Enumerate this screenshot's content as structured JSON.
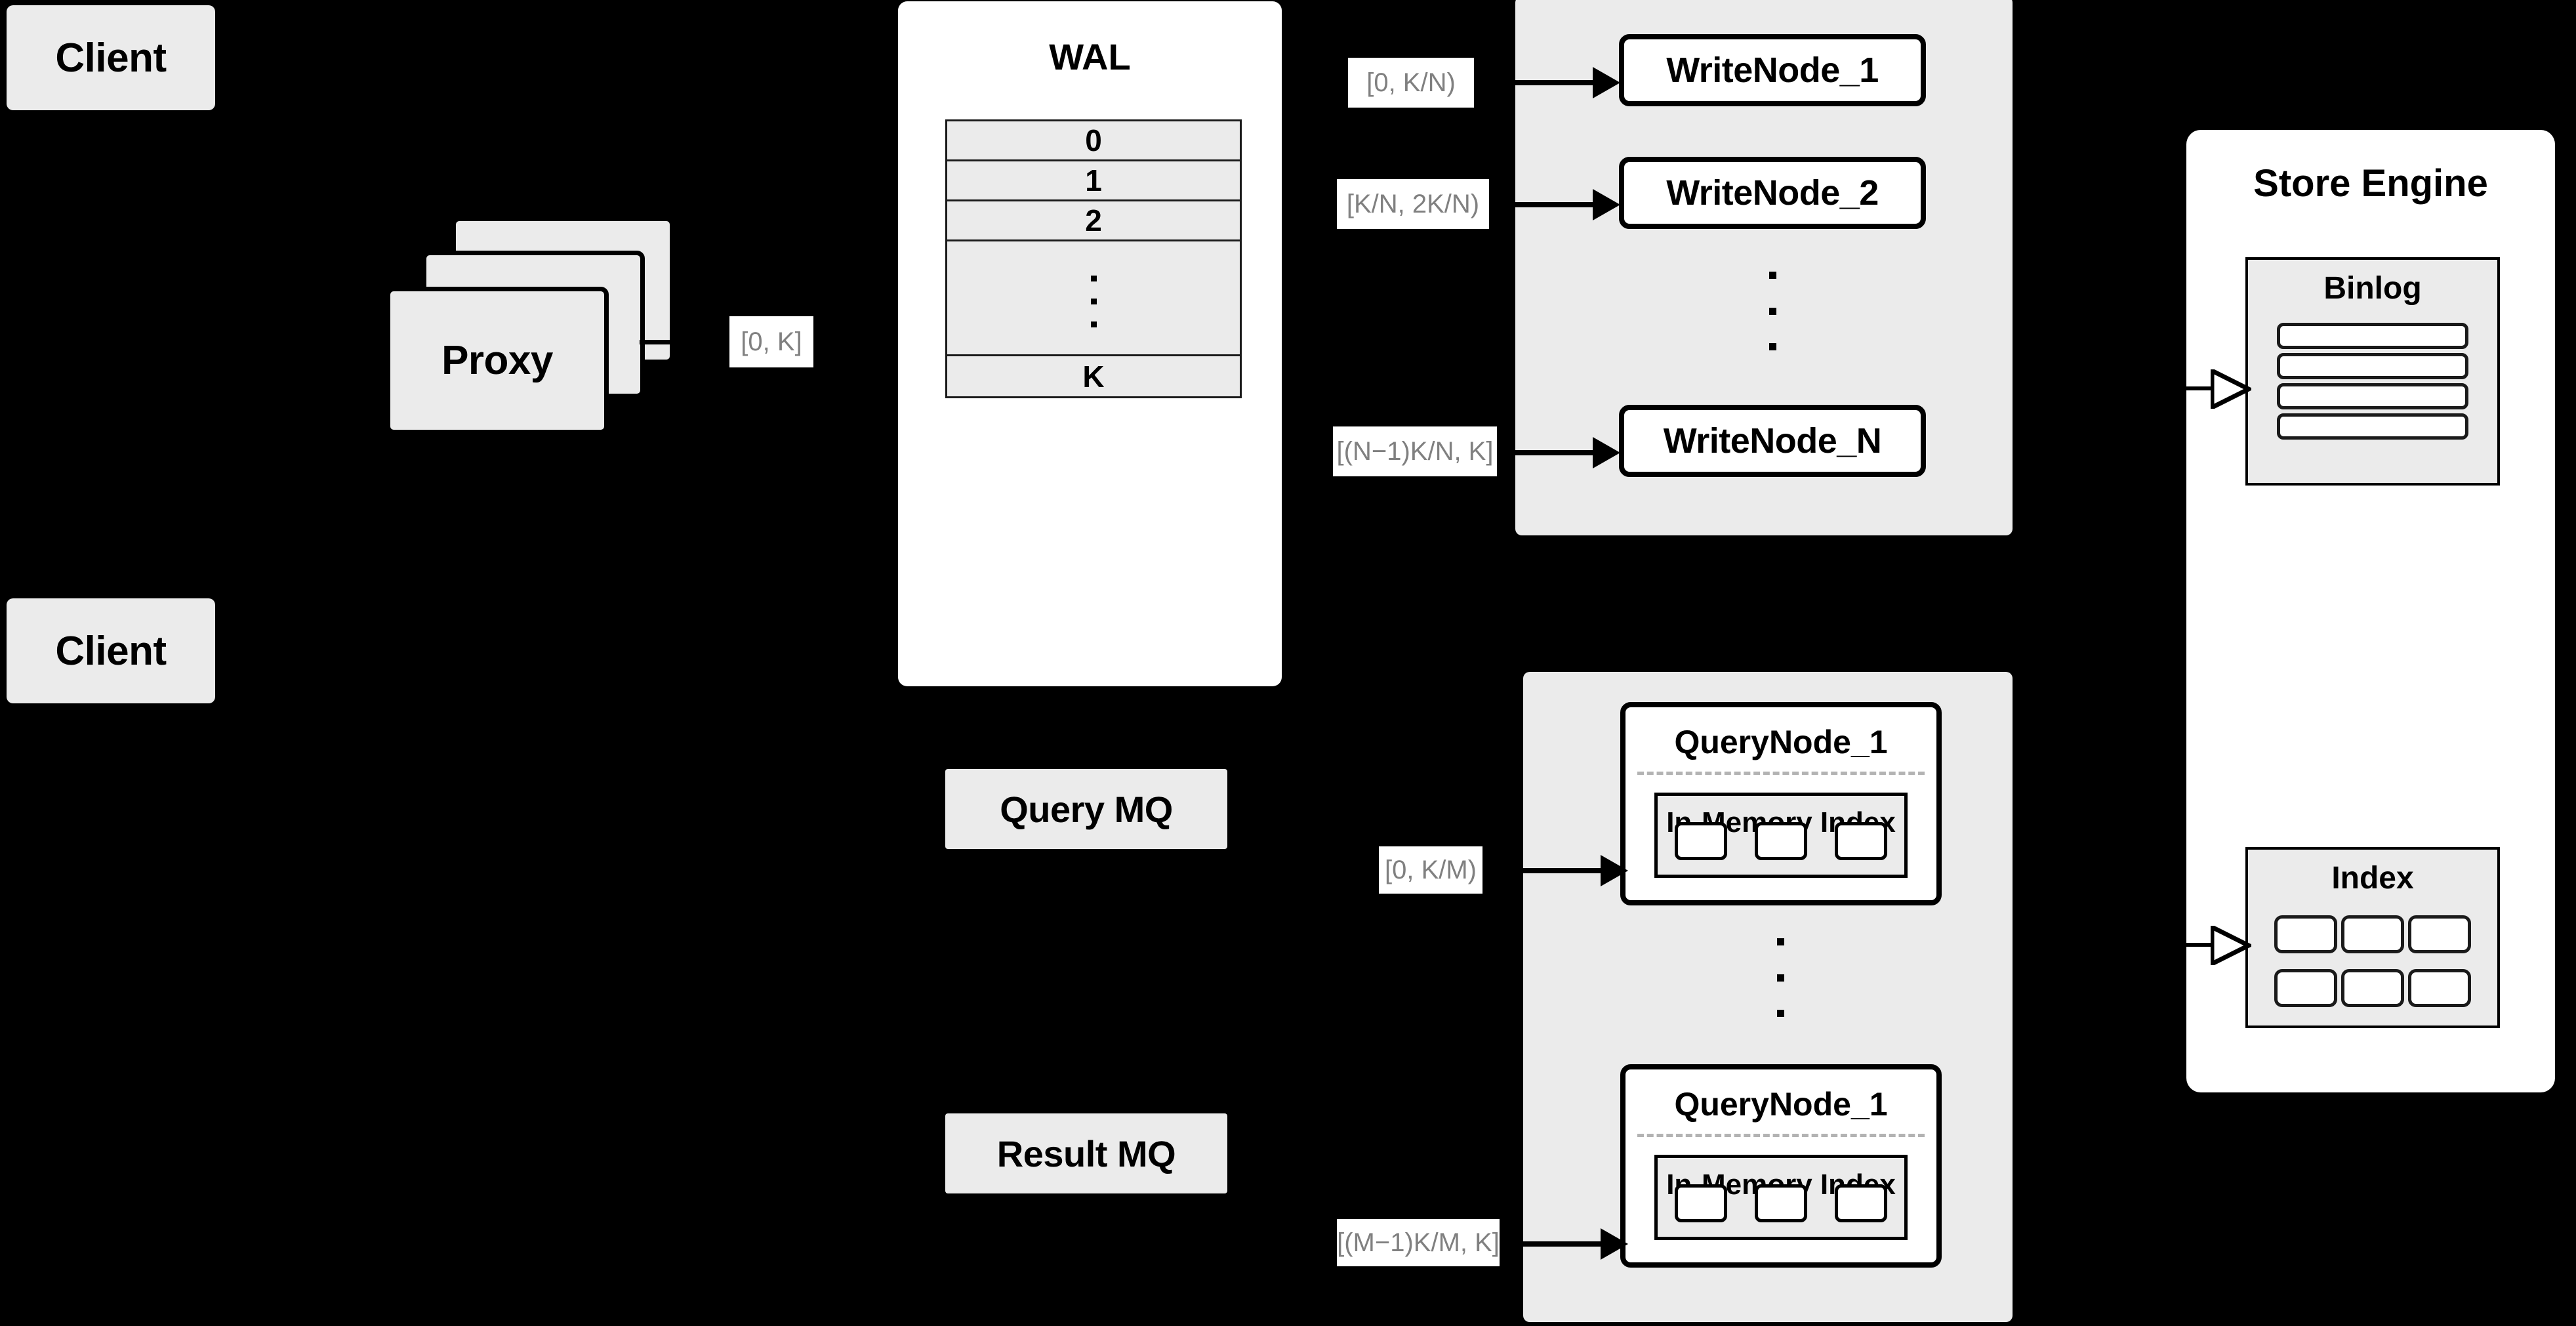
{
  "diagram": {
    "background_color": "#000000",
    "node_fill": "#ebebeb",
    "card_fill": "#ffffff",
    "label_text_color": "#808080",
    "stroke_color": "#000000"
  },
  "clients": [
    {
      "label": "Client"
    },
    {
      "label": "Client"
    }
  ],
  "proxy": {
    "label": "Proxy",
    "stack_count": 3
  },
  "edges": {
    "proxy_to_wal": "[0, K]",
    "wal_to_writenode_1": "[0,  K/N)",
    "wal_to_writenode_2": "[K/N, 2K/N)",
    "wal_to_writenode_n": "[(N−1)K/N,  K]",
    "mq_to_querynode_1": "[0, K/M)",
    "mq_to_querynode_m": "[(M−1)K/M, K]"
  },
  "wal": {
    "title": "WAL",
    "cells": [
      "0",
      "1",
      "2",
      "⋮",
      "K"
    ],
    "labeled_cells": [
      "0",
      "1",
      "2",
      "K"
    ],
    "ellipsis_dots": 3
  },
  "write_cluster": {
    "nodes": [
      {
        "label": "WriteNode_1"
      },
      {
        "label": "WriteNode_2"
      },
      {
        "label": "WriteNode_N"
      }
    ],
    "ellipsis_dots": 3
  },
  "message_queues": [
    {
      "label": "Query MQ"
    },
    {
      "label": "Result MQ"
    }
  ],
  "query_cluster": {
    "nodes": [
      {
        "label": "QueryNode_1",
        "in_memory_index": {
          "label": "In-Memory Index",
          "slot_count": 3
        }
      },
      {
        "label": "QueryNode_1",
        "in_memory_index": {
          "label": "In-Memory Index",
          "slot_count": 3
        }
      }
    ],
    "ellipsis_dots": 3
  },
  "store_engine": {
    "title": "Store Engine",
    "binlog": {
      "title": "Binlog",
      "row_count": 4
    },
    "index": {
      "title": "Index",
      "rows": 2,
      "cols": 3
    }
  }
}
